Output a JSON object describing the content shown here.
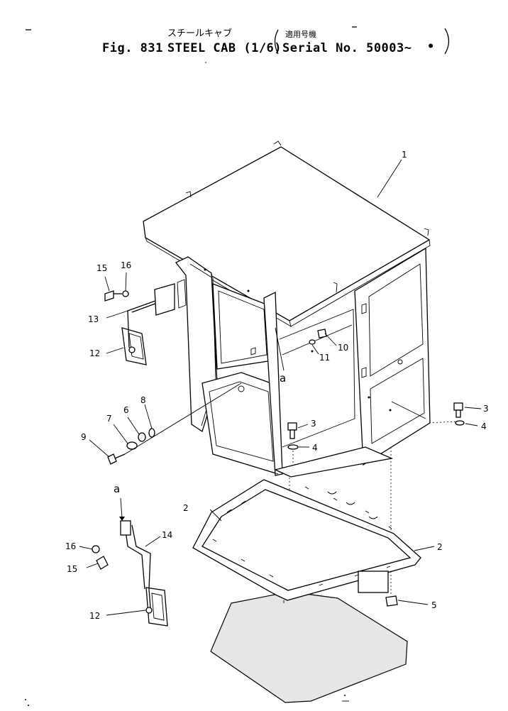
{
  "header": {
    "jp_title": "スチールキャブ",
    "jp_serial": "適用号機",
    "fig": "Fig. 831",
    "name": "STEEL CAB (1/6)",
    "serial": "Serial No. 50003~",
    "serial_dot": "•"
  },
  "callouts": [
    {
      "id": "c1",
      "text": "1"
    },
    {
      "id": "c2a",
      "text": "2"
    },
    {
      "id": "c2b",
      "text": "2"
    },
    {
      "id": "c3a",
      "text": "3"
    },
    {
      "id": "c3b",
      "text": "3"
    },
    {
      "id": "c4a",
      "text": "4"
    },
    {
      "id": "c4b",
      "text": "4"
    },
    {
      "id": "c5",
      "text": "5"
    },
    {
      "id": "c6",
      "text": "6"
    },
    {
      "id": "c7",
      "text": "7"
    },
    {
      "id": "c8",
      "text": "8"
    },
    {
      "id": "c9",
      "text": "9"
    },
    {
      "id": "c10",
      "text": "10"
    },
    {
      "id": "c11",
      "text": "11"
    },
    {
      "id": "c12a",
      "text": "12"
    },
    {
      "id": "c12b",
      "text": "12"
    },
    {
      "id": "c13",
      "text": "13"
    },
    {
      "id": "c14",
      "text": "14"
    },
    {
      "id": "c15a",
      "text": "15"
    },
    {
      "id": "c15b",
      "text": "15"
    },
    {
      "id": "c16a",
      "text": "16"
    },
    {
      "id": "c16b",
      "text": "16"
    },
    {
      "id": "ca1",
      "text": "a"
    },
    {
      "id": "ca2",
      "text": "a"
    }
  ]
}
